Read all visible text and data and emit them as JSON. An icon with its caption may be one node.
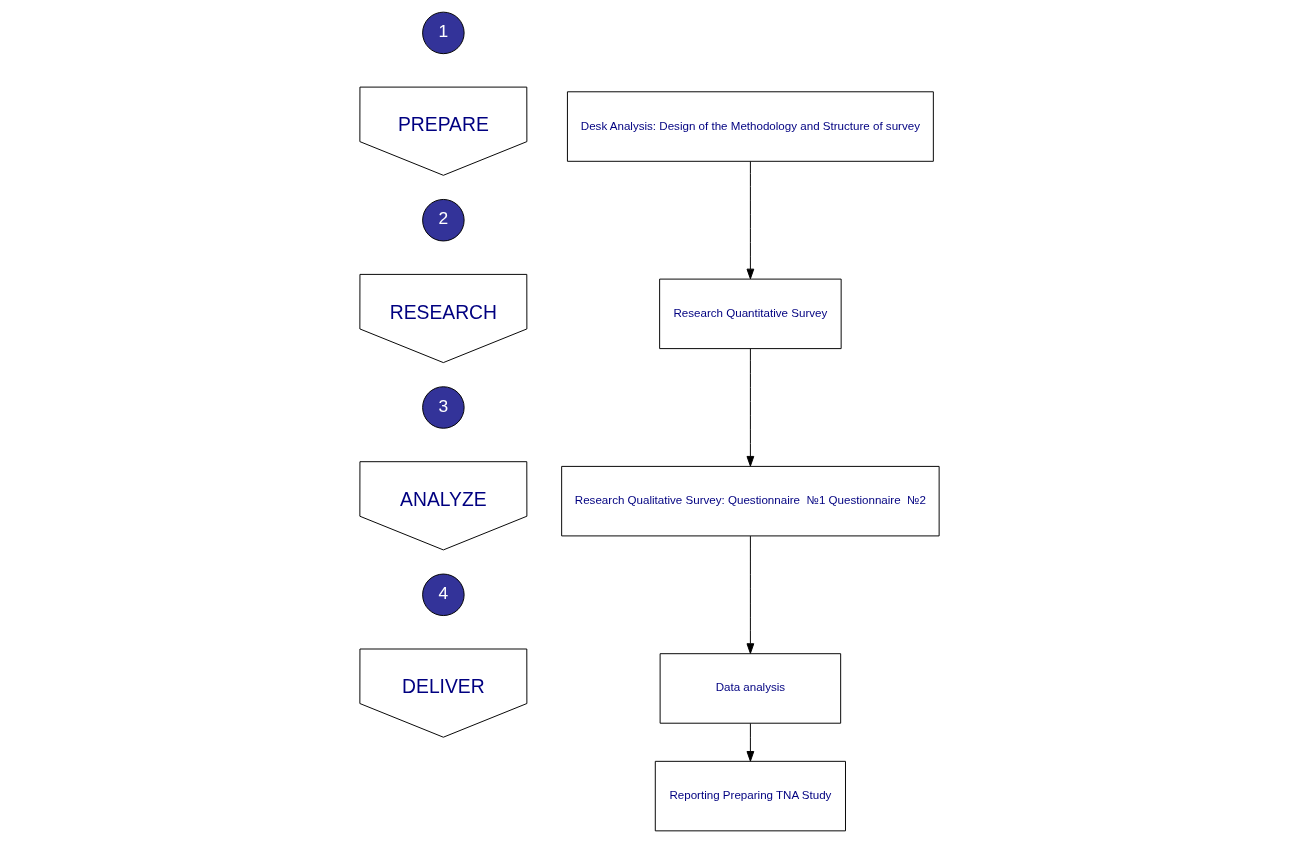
{
  "diagram": {
    "nodes": [
      {
        "text": [
          "1"
        ]
      },
      {
        "text": [
          "PREPARE"
        ]
      },
      {
        "text": [
          "2"
        ]
      },
      {
        "text": [
          "RESEARCH"
        ]
      },
      {
        "text": [
          "3"
        ]
      },
      {
        "text": [
          "ANALYZE"
        ]
      },
      {
        "text": [
          "4"
        ]
      },
      {
        "text": [
          "DELIVER"
        ]
      },
      {
        "text": [
          "Desk Analysis: Design of the Methodology and Structure of survey"
        ]
      },
      {
        "text": [
          "Research Quantitative Survey"
        ]
      },
      {
        "text": [
          "Research Qualitative Survey: Questionnaire  №1 Questionnaire  №2"
        ]
      },
      {
        "text": [
          "Data analysis"
        ]
      },
      {
        "text": [
          "Reporting Preparing TNA Study"
        ]
      }
    ],
    "edges": [
      {
        "from": 8,
        "to": 9,
        "arrow": "to"
      },
      {
        "from": 9,
        "to": 10,
        "arrow": "to"
      },
      {
        "from": 10,
        "to": 11,
        "arrow": "to"
      },
      {
        "from": 11,
        "to": 12,
        "arrow": "to"
      }
    ]
  }
}
